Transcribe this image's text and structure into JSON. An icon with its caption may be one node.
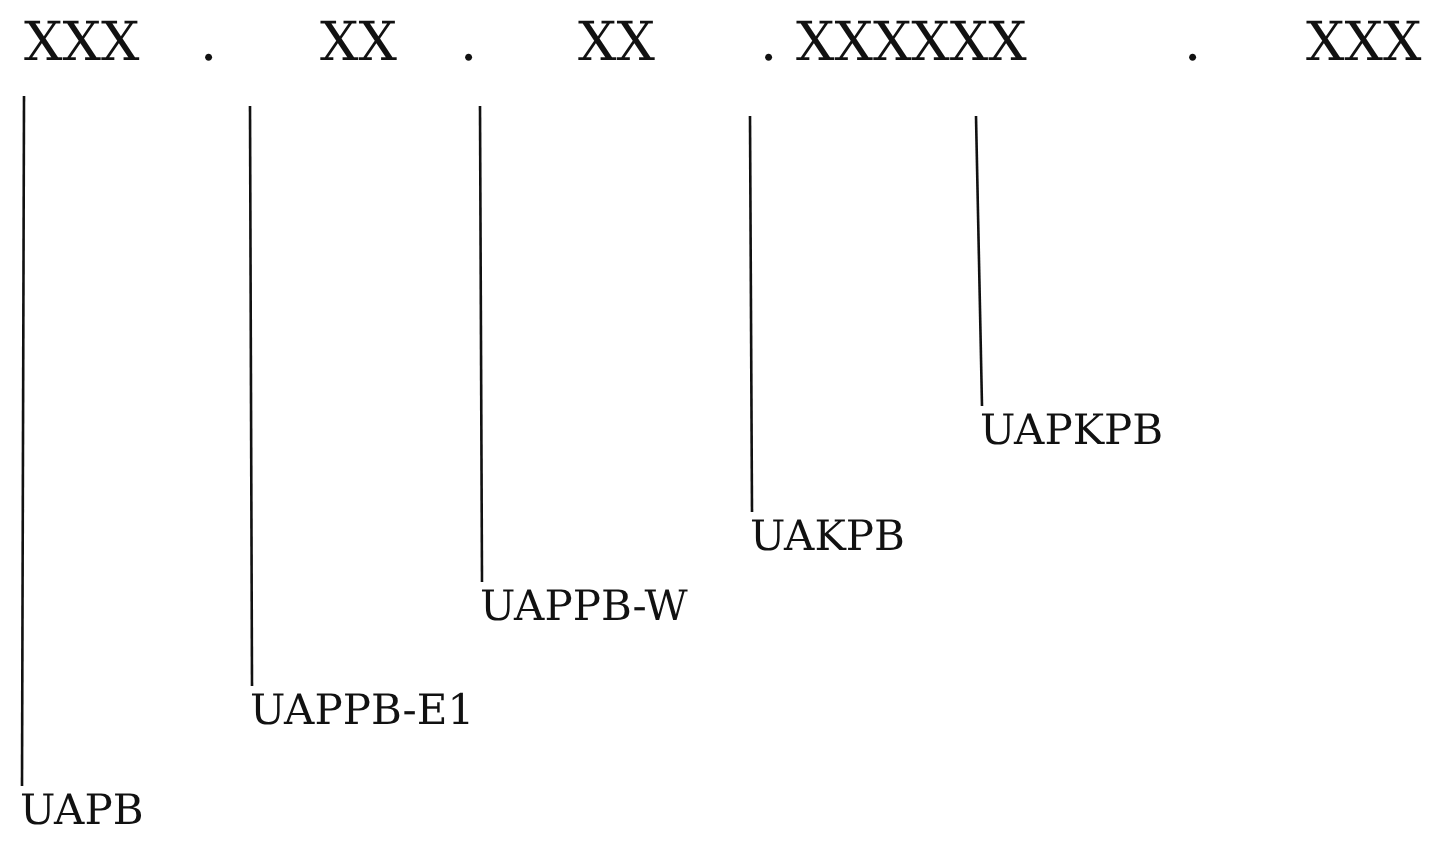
{
  "diagram": {
    "nodes": [
      {
        "text": [
          "UAPB"
        ]
      },
      {
        "text": [
          "UAPPB-E1"
        ]
      },
      {
        "text": [
          "UAPPB-W"
        ]
      },
      {
        "text": [
          "UAKPB"
        ]
      },
      {
        "text": [
          "UAPKPB"
        ]
      }
    ],
    "edges": [
      {
        "from": 0,
        "to": null,
        "arrow": "none"
      },
      {
        "from": 1,
        "to": null,
        "arrow": "none"
      },
      {
        "from": 2,
        "to": null,
        "arrow": "none"
      },
      {
        "from": 3,
        "to": null,
        "arrow": "none"
      },
      {
        "from": 4,
        "to": null,
        "arrow": "none"
      }
    ],
    "labels": [
      "XXX",
      ".",
      "XX",
      ".",
      "XX",
      ".",
      "XXXXXX",
      ".",
      "XXX"
    ]
  }
}
